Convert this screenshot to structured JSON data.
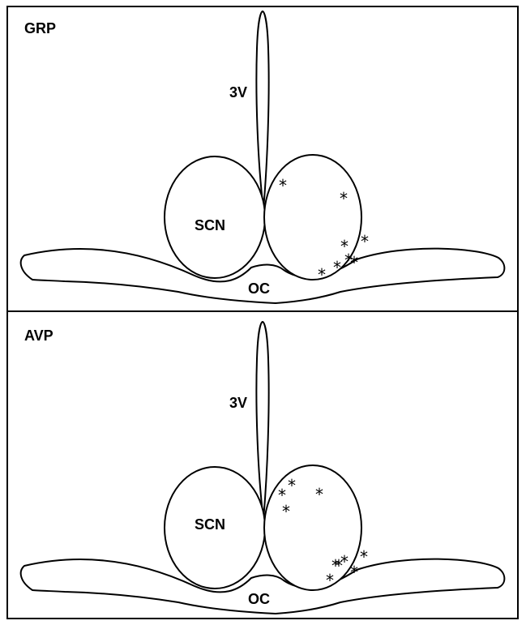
{
  "panels": [
    {
      "id": "grp",
      "title": "GRP",
      "labels": {
        "ventricle": "3V",
        "nucleus": "SCN",
        "chiasm": "OC"
      },
      "marker": "*",
      "marker_count": 8
    },
    {
      "id": "avp",
      "title": "AVP",
      "labels": {
        "ventricle": "3V",
        "nucleus": "SCN",
        "chiasm": "OC"
      },
      "marker": "*",
      "marker_count": 10
    }
  ],
  "colors": {
    "stroke": "#000000",
    "fill": "#ffffff"
  }
}
